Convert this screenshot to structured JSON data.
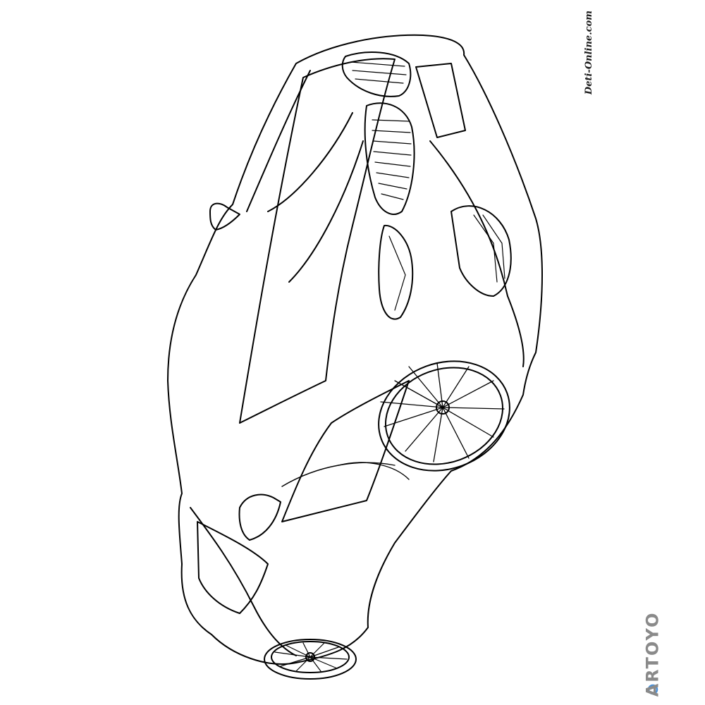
{
  "image": {
    "subject": "car",
    "style": "black-and-white line art coloring page",
    "stroke_color": "#000000",
    "background_color": "#ffffff"
  },
  "watermarks": {
    "site": "Deti-Online.com",
    "brand": "ARTOYO",
    "brand_color": "#8a8a8a",
    "brand_accent_color": "#4a90d9"
  }
}
